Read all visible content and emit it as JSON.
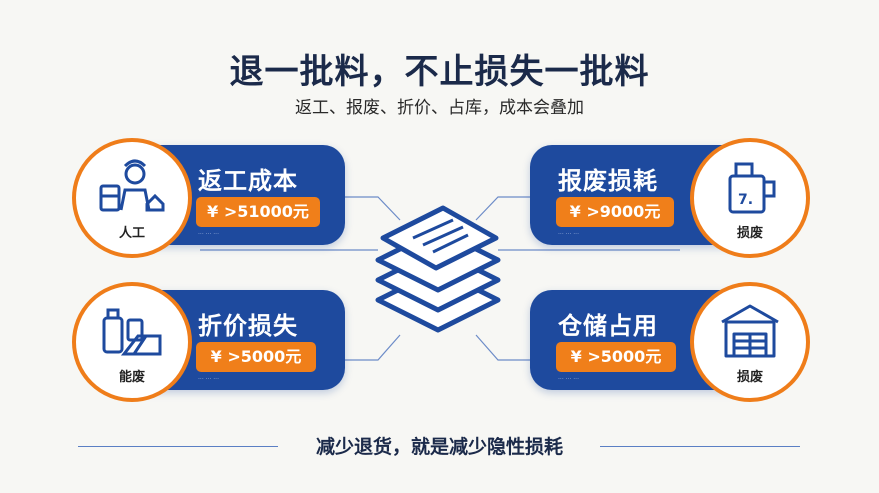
{
  "header": {
    "title": "退一批料，不止损失一批料",
    "subtitle": "返工、报废、折价、占库，成本会叠加"
  },
  "cards": {
    "rework": {
      "title": "返工成本",
      "value": "¥ >51000元",
      "icon_label": "人工",
      "icon": "worker-icon"
    },
    "scrap": {
      "title": "报废损耗",
      "value": "¥ >9000元",
      "icon_label": "损废",
      "icon": "blender-icon"
    },
    "discount": {
      "title": "折价损失",
      "value": "¥ >5000元",
      "icon_label": "能废",
      "icon": "materials-icon"
    },
    "storage": {
      "title": "仓储占用",
      "value": "¥ >5000元",
      "icon_label": "损废",
      "icon": "warehouse-icon"
    }
  },
  "footer": {
    "text": "减少退货，就是减少隐性损耗"
  },
  "colors": {
    "navy": "#1e4a9e",
    "orange": "#ef7d1a",
    "title": "#1b2a4a"
  }
}
